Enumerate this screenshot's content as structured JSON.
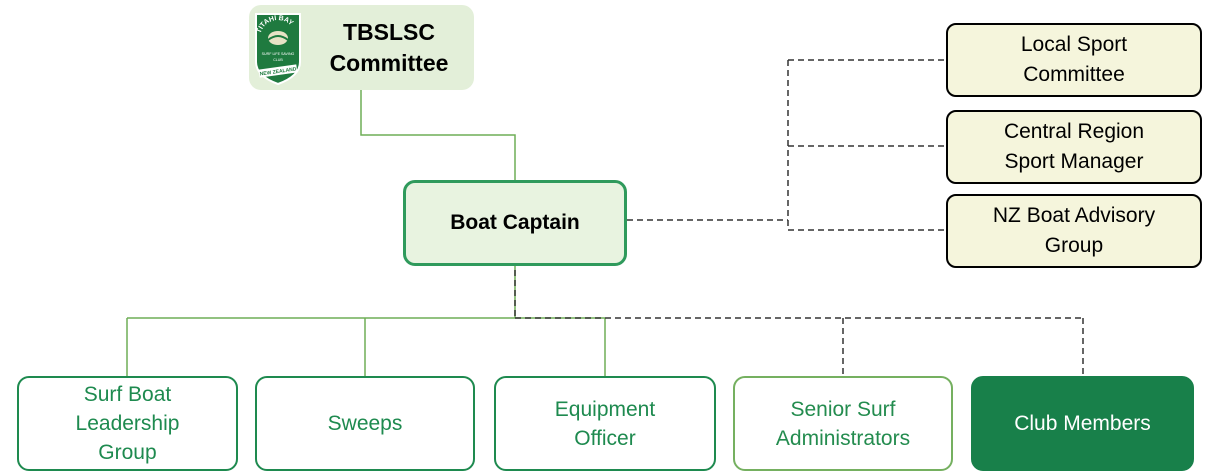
{
  "nodes": {
    "committee": {
      "label": "TBSLSC\nCommittee",
      "logo": {
        "arc_text": "TITAHI BAY",
        "ribbon_text": "SURF LIFE SAVING",
        "club_text": "CLUB",
        "banner_text": "NEW ZEALAND"
      }
    },
    "captain": {
      "label": "Boat Captain"
    },
    "advisory": [
      {
        "label": "Local Sport\nCommittee"
      },
      {
        "label": "Central Region\nSport Manager"
      },
      {
        "label": "NZ Boat Advisory\nGroup"
      }
    ],
    "children": [
      {
        "label": "Surf Boat\nLeadership\nGroup"
      },
      {
        "label": "Sweeps"
      },
      {
        "label": "Equipment\nOfficer"
      },
      {
        "label": "Senior Surf\nAdministrators"
      },
      {
        "label": "Club Members"
      }
    ]
  },
  "colors": {
    "green_line": "#6fae57",
    "dark_green": "#1e8a4f",
    "captain_border": "#2f9a5c",
    "committee_fill": "#e3efd9",
    "advisory_fill": "#f5f5dc",
    "dashed_line": "#333333"
  }
}
